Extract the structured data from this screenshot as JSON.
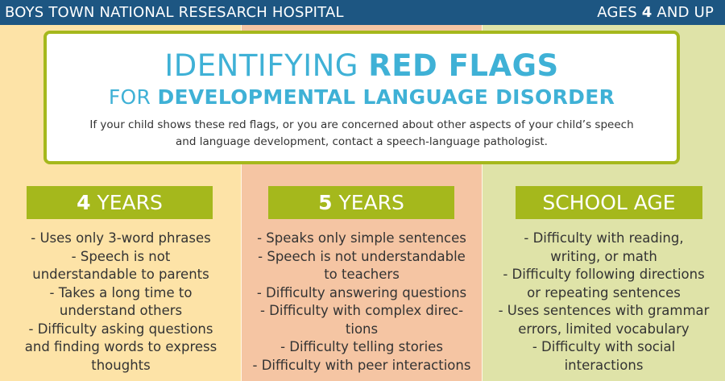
{
  "header": {
    "organization": "BOYS TOWN NATIONAL RESESARCH HOSPITAL",
    "ages_prefix": "AGES ",
    "ages_number": "4",
    "ages_suffix": " AND UP"
  },
  "title_card": {
    "line1_regular": "IDENTIFYING ",
    "line1_bold": "RED FLAGS",
    "line2_regular": "FOR ",
    "line2_bold": "DEVELOPMENTAL LANGUAGE DISORDER",
    "description": "If your child shows these red flags, or you are concerned about other aspects of your child’s speech and language development, contact a speech-language pathologist."
  },
  "colors": {
    "banner": "#1d5682",
    "title_blue": "#3fb1d6",
    "accent_green": "#a5b81c",
    "col1_bg": "#fde3a7",
    "col2_bg": "#f5c5a3",
    "col3_bg": "#dfe3a8"
  },
  "columns": [
    {
      "heading_bold": "4",
      "heading_regular": " YEARS",
      "items": [
        "- Uses only 3-word phrases",
        "- Speech is not\nunderstandable to parents",
        "- Takes a long time to\nunderstand others",
        "- Difficulty asking questions\nand finding words to express\nthoughts"
      ]
    },
    {
      "heading_bold": "5",
      "heading_regular": " YEARS",
      "items": [
        "- Speaks only simple sentences",
        "- Speech is not understandable\nto teachers",
        "- Difficulty answering questions",
        "- Difficulty with complex direc-\ntions",
        "- Difficulty telling stories",
        "- Difficulty with peer interactions"
      ]
    },
    {
      "heading_bold": "",
      "heading_regular": "SCHOOL AGE",
      "items": [
        "- Difficulty with reading,\nwriting, or math",
        "- Difficulty following directions\nor repeating sentences",
        "- Uses sentences with grammar\nerrors, limited vocabulary",
        "- Difficulty with social\ninteractions"
      ]
    }
  ]
}
